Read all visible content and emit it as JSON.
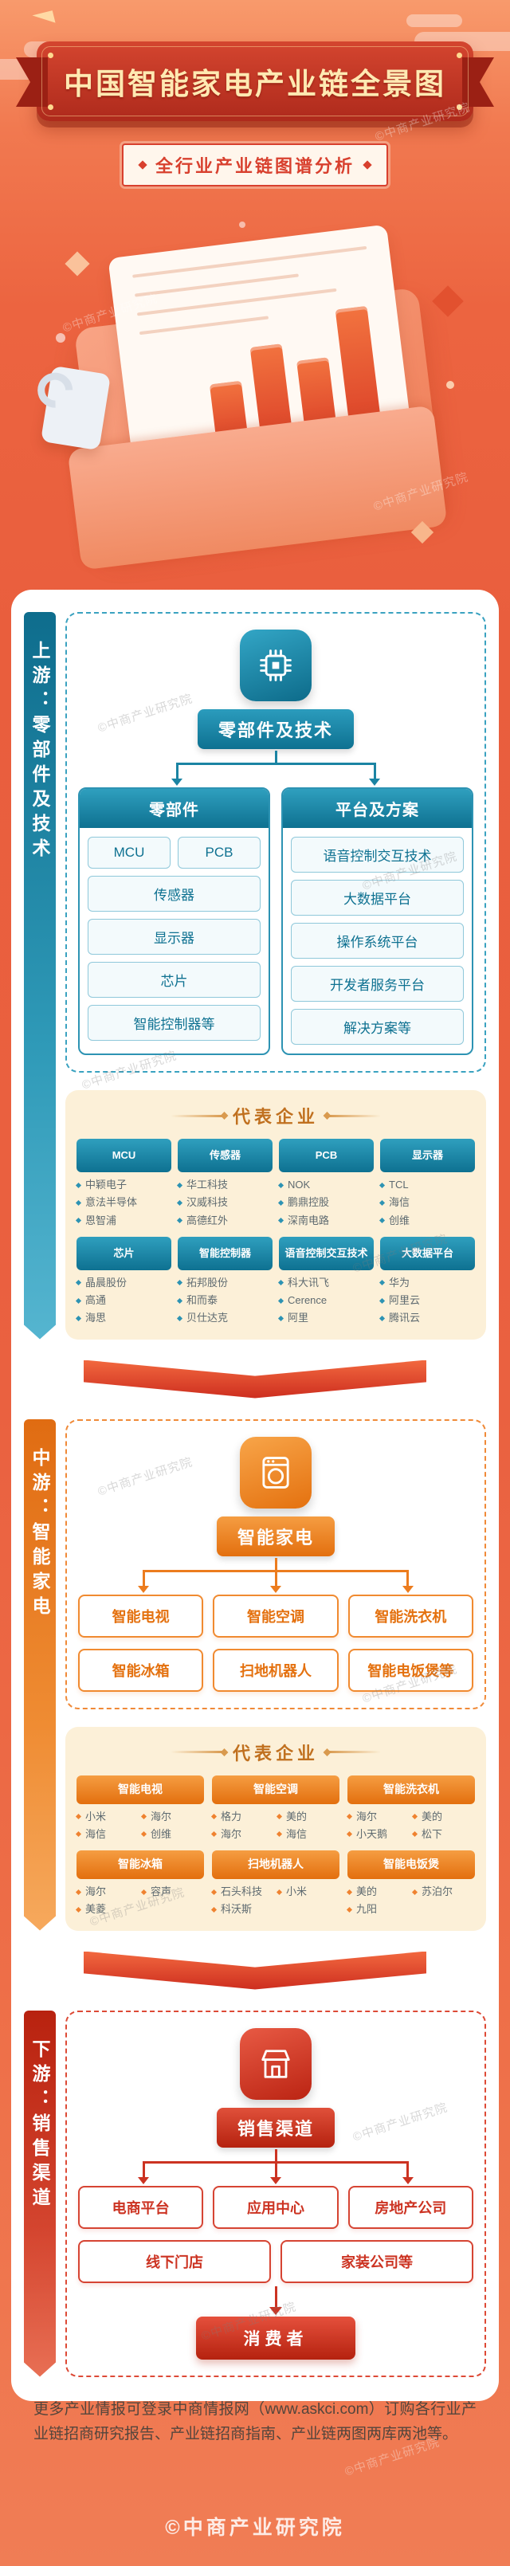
{
  "watermark": {
    "text": "©中商产业研究院"
  },
  "header": {
    "title": "中国智能家电产业链全景图",
    "subtitle": "全行业产业链图谱分析"
  },
  "upstream": {
    "side_label": "上游：零部件及技术",
    "root_label": "零部件及技术",
    "groups": [
      {
        "title": "零部件",
        "items": [
          "MCU",
          "PCB",
          "传感器",
          "显示器",
          "芯片",
          "智能控制器等"
        ]
      },
      {
        "title": "平台及方案",
        "items": [
          "语音控制交互技术",
          "大数据平台",
          "操作系统平台",
          "开发者服务平台",
          "解决方案等"
        ]
      }
    ],
    "companies_title": "代表企业",
    "companies": [
      {
        "category": "MCU",
        "names": [
          "中颖电子",
          "意法半导体",
          "恩智浦"
        ]
      },
      {
        "category": "传感器",
        "names": [
          "华工科技",
          "汉威科技",
          "高德红外"
        ]
      },
      {
        "category": "PCB",
        "names": [
          "NOK",
          "鹏鼎控股",
          "深南电路"
        ]
      },
      {
        "category": "显示器",
        "names": [
          "TCL",
          "海信",
          "创维"
        ]
      },
      {
        "category": "芯片",
        "names": [
          "晶晨股份",
          "高通",
          "海思"
        ]
      },
      {
        "category": "智能控制器",
        "names": [
          "拓邦股份",
          "和而泰",
          "贝仕达克"
        ]
      },
      {
        "category": "语音控制交互技术",
        "names": [
          "科大讯飞",
          "Cerence",
          "阿里"
        ]
      },
      {
        "category": "大数据平台",
        "names": [
          "华为",
          "阿里云",
          "腾讯云"
        ]
      }
    ]
  },
  "midstream": {
    "side_label": "中游：智能家电",
    "root_label": "智能家电",
    "products": [
      "智能电视",
      "智能空调",
      "智能洗衣机",
      "智能冰箱",
      "扫地机器人",
      "智能电饭煲等"
    ],
    "companies_title": "代表企业",
    "companies": [
      {
        "category": "智能电视",
        "names": [
          "小米",
          "海尔",
          "海信",
          "创维"
        ]
      },
      {
        "category": "智能空调",
        "names": [
          "格力",
          "美的",
          "海尔",
          "海信"
        ]
      },
      {
        "category": "智能洗衣机",
        "names": [
          "海尔",
          "美的",
          "小天鹅",
          "松下"
        ]
      },
      {
        "category": "智能冰箱",
        "names": [
          "海尔",
          "容声",
          "美菱"
        ]
      },
      {
        "category": "扫地机器人",
        "names": [
          "石头科技",
          "小米",
          "科沃斯"
        ]
      },
      {
        "category": "智能电饭煲",
        "names": [
          "美的",
          "苏泊尔",
          "九阳"
        ]
      }
    ]
  },
  "downstream": {
    "side_label": "下游：销售渠道",
    "root_label": "销售渠道",
    "channels_row1": [
      "电商平台",
      "应用中心",
      "房地产公司"
    ],
    "channels_row2": [
      "线下门店",
      "家装公司等"
    ],
    "consumer_label": "消费者"
  },
  "footer": {
    "note": "更多产业情报可登录中商情报网（www.askci.com）订购各行业产业链招商研究报告、产业链招商指南、产业链两图两库两池等。",
    "brand": "©中商产业研究院"
  }
}
